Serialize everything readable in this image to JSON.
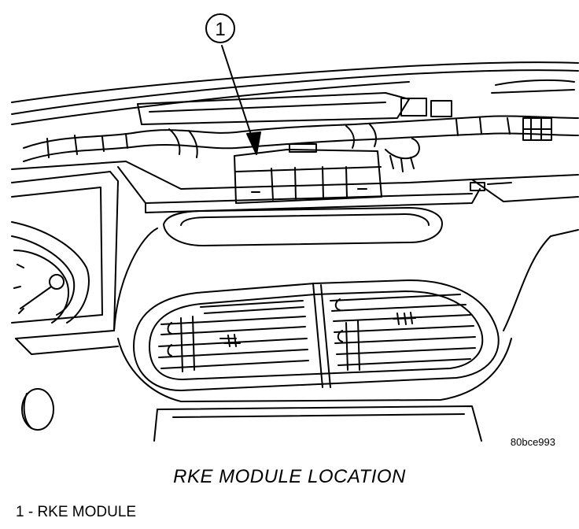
{
  "callout": {
    "number": "1"
  },
  "figure": {
    "code": "80bce993",
    "caption": "RKE MODULE LOCATION"
  },
  "legend": {
    "items": [
      {
        "label": "1 - RKE MODULE"
      }
    ]
  },
  "colors": {
    "line": "#000000",
    "background": "#ffffff"
  }
}
